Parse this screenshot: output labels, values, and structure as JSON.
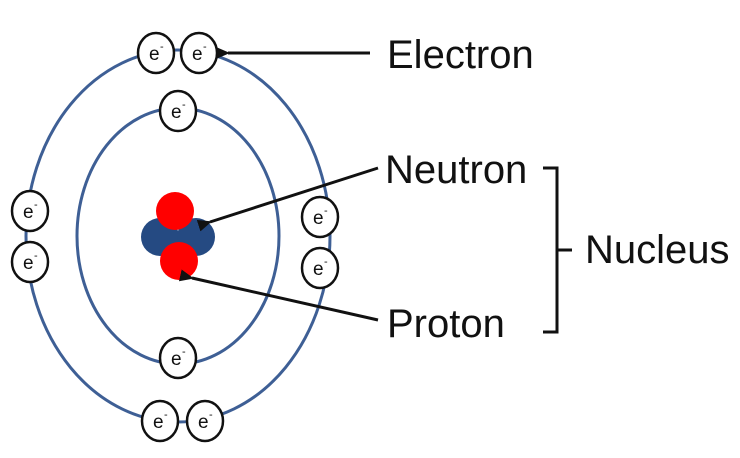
{
  "labels": {
    "electron": "Electron",
    "neutron": "Neutron",
    "proton": "Proton",
    "nucleus": "Nucleus"
  },
  "electron_symbol": {
    "letter": "e",
    "charge": "-"
  },
  "colors": {
    "orbit": "#3e5f95",
    "neutron": "#254a82",
    "proton": "#ff0000",
    "arrow": "#111111",
    "electron_fill": "#ffffff",
    "electron_stroke": "#111111"
  }
}
